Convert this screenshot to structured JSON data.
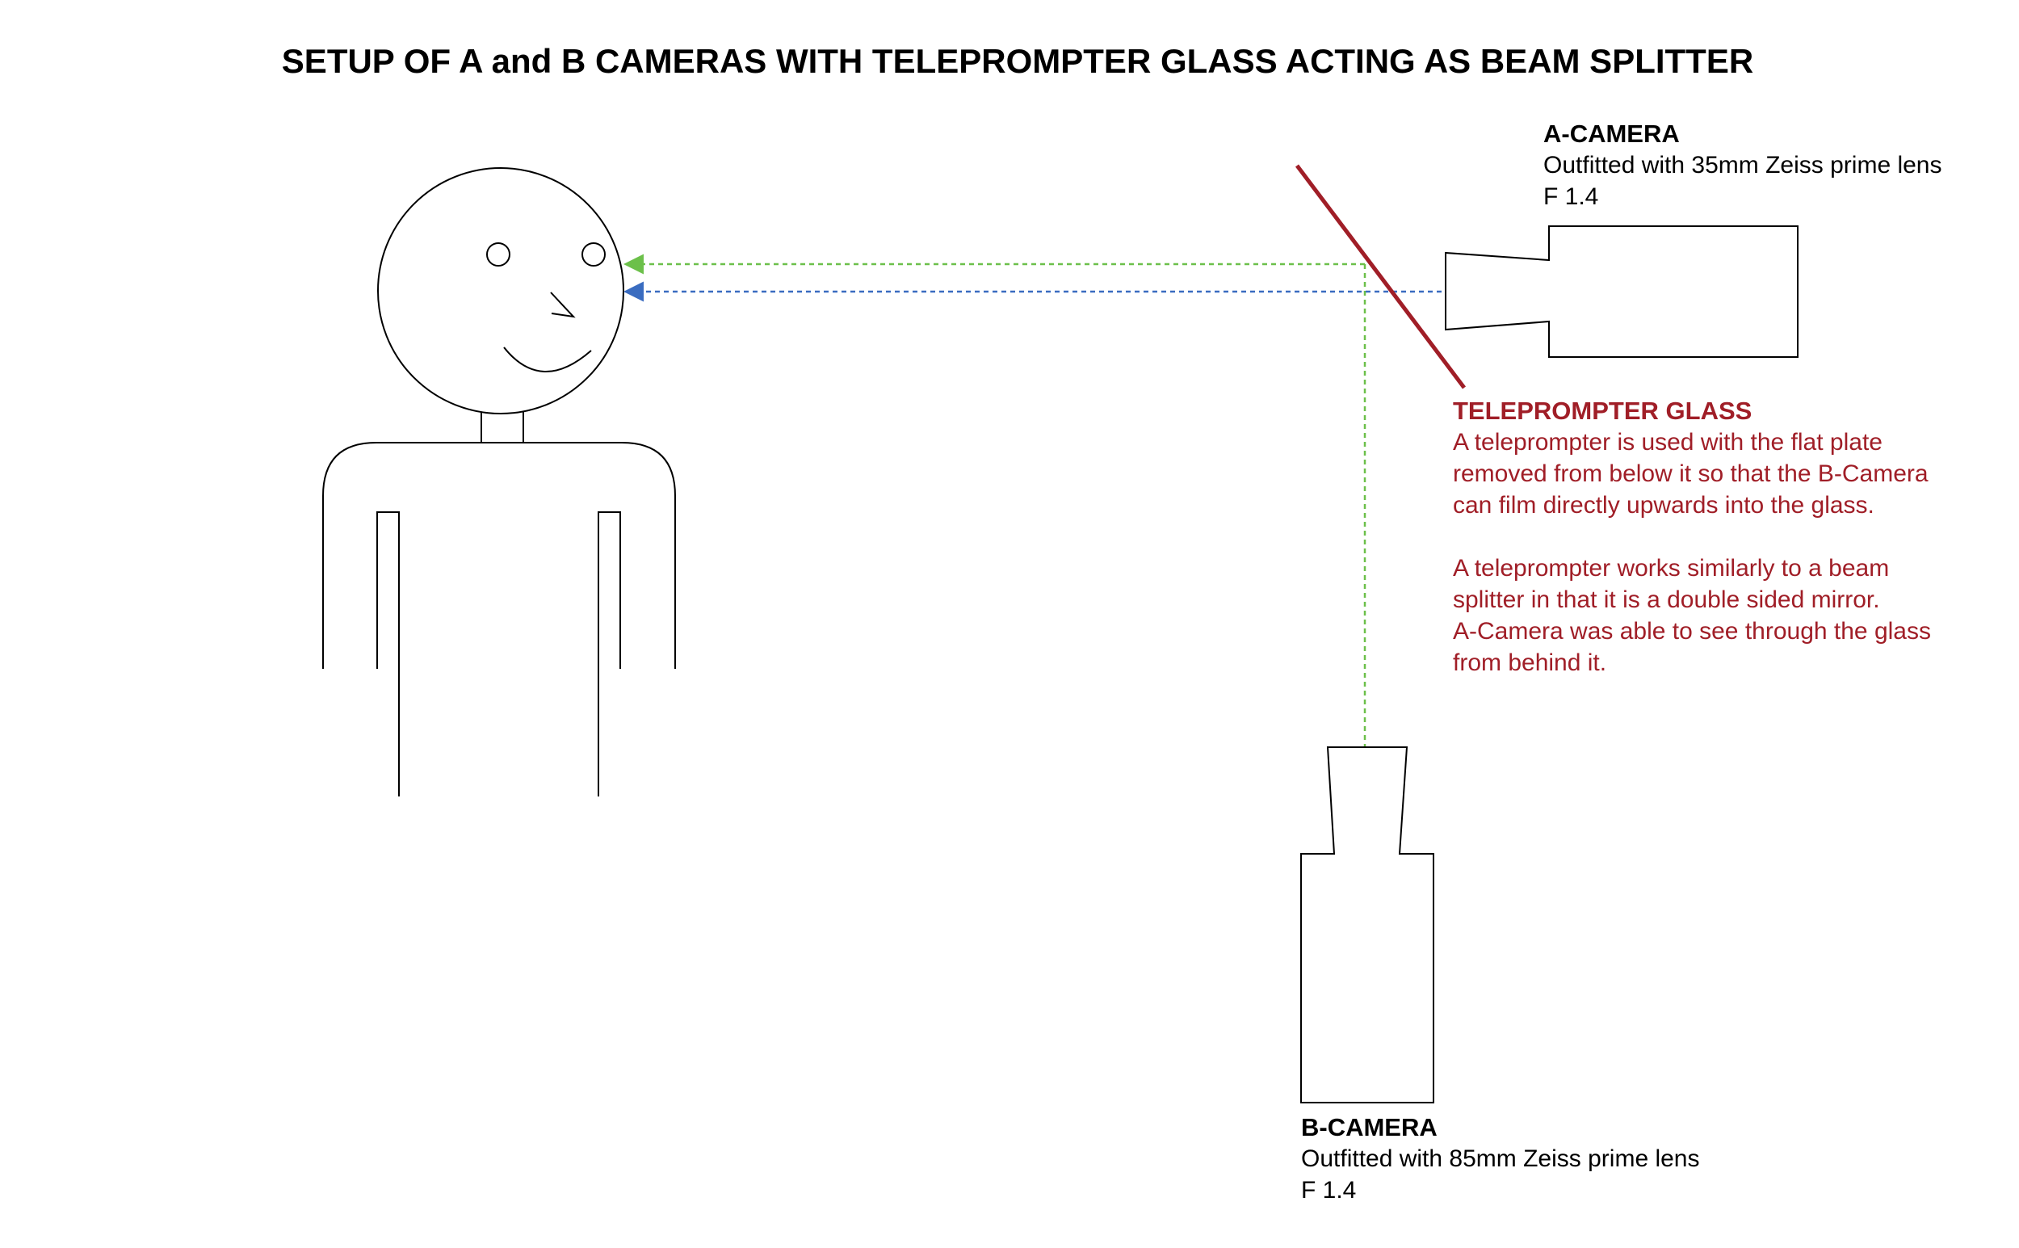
{
  "title": "SETUP OF A and B CAMERAS WITH TELEPROMPTER GLASS ACTING AS BEAM SPLITTER",
  "a_camera": {
    "heading": "A-CAMERA",
    "line1": "Outfitted with 35mm Zeiss prime lens",
    "line2": "F 1.4"
  },
  "teleprompter": {
    "heading": "TELEPROMPTER GLASS",
    "para1": [
      "A teleprompter is used with the flat plate",
      "removed from below it so that the B-Camera",
      "can film directly upwards into the glass."
    ],
    "para2": [
      "A teleprompter works similarly to a beam",
      "splitter in that it is a double sided mirror.",
      "A-Camera was able to see through the glass",
      "from behind it."
    ]
  },
  "b_camera": {
    "heading": "B-CAMERA",
    "line1": "Outfitted with 85mm Zeiss prime lens",
    "line2": "F 1.4"
  },
  "colors": {
    "glass": "#a01e27",
    "b_camera_path": "#6cc04a",
    "a_camera_path": "#3a6cc0",
    "outline": "#000000"
  }
}
